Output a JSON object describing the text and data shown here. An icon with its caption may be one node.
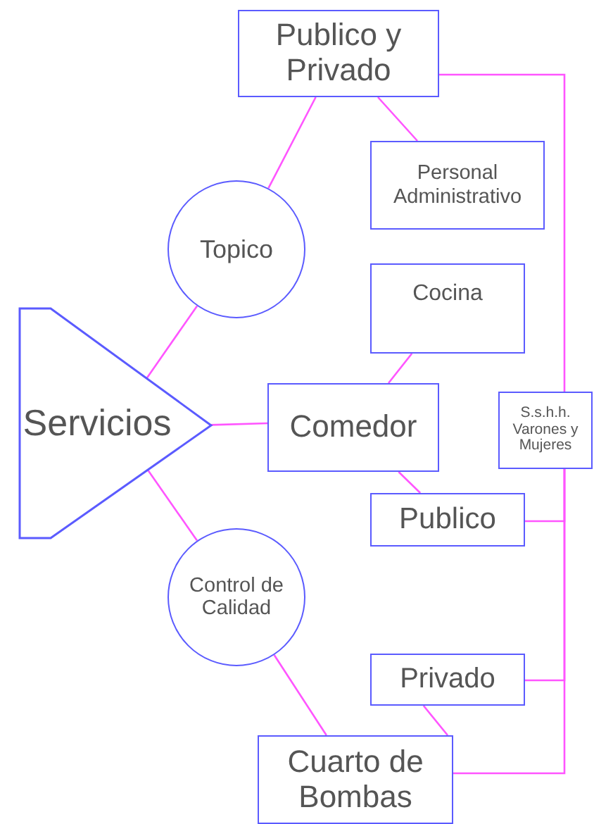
{
  "diagram": {
    "nodes": [
      {
        "text": [
          "Publico y Privado"
        ]
      },
      {
        "text": [
          "Personal Administrativo"
        ]
      },
      {
        "text": [
          "Topico"
        ]
      },
      {
        "text": [
          "Cocina"
        ]
      },
      {
        "text": [
          "Servicios"
        ]
      },
      {
        "text": [
          "Comedor"
        ]
      },
      {
        "text": [
          "S.s.h.h. Varones y Mujeres"
        ]
      },
      {
        "text": [
          "Publico"
        ]
      },
      {
        "text": [
          "Control de Calidad"
        ]
      },
      {
        "text": [
          "Privado"
        ]
      },
      {
        "text": [
          "Cuarto de Bombas"
        ]
      }
    ],
    "edges": [
      {
        "from": 2,
        "to": 0,
        "arrow": "none"
      },
      {
        "from": 0,
        "to": 1,
        "arrow": "none"
      },
      {
        "from": 4,
        "to": 2,
        "arrow": "none"
      },
      {
        "from": 4,
        "to": 5,
        "arrow": "none"
      },
      {
        "from": 5,
        "to": 3,
        "arrow": "none"
      },
      {
        "from": 5,
        "to": 7,
        "arrow": "none"
      },
      {
        "from": 4,
        "to": 8,
        "arrow": "none"
      },
      {
        "from": 8,
        "to": 10,
        "arrow": "none"
      },
      {
        "from": 9,
        "to": 10,
        "arrow": "none"
      },
      {
        "from": 6,
        "to": 0,
        "arrow": "none"
      },
      {
        "from": 6,
        "to": 7,
        "arrow": "none"
      },
      {
        "from": 6,
        "to": 9,
        "arrow": "none"
      },
      {
        "from": 6,
        "to": 10,
        "arrow": "none"
      }
    ]
  }
}
